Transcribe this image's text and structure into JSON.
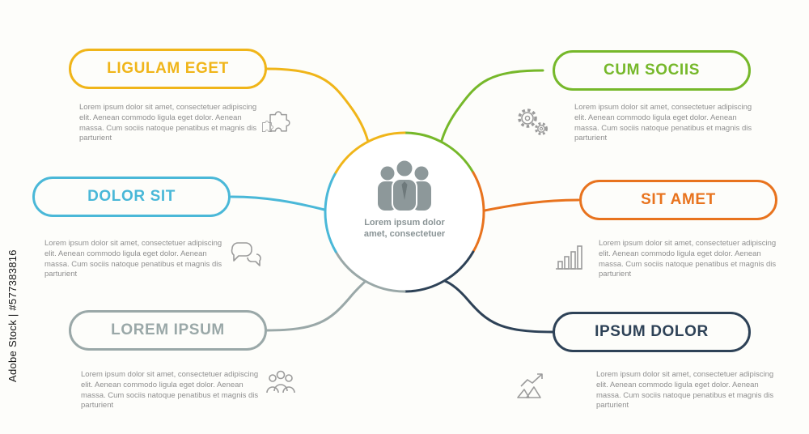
{
  "watermark": {
    "text": "Adobe Stock | #577383816"
  },
  "colors": {
    "yellow": "#f0b519",
    "green": "#76b82a",
    "blue": "#4ab8d8",
    "orange": "#e8731e",
    "gray": "#9aa8a8",
    "navy": "#2e4257"
  },
  "center": {
    "line1": "Lorem ipsum dolor",
    "line2": "amet, consectetuer",
    "icon": "team-icon"
  },
  "branches": [
    {
      "id": "top-left",
      "title": "LIGULAM EGET",
      "color": "#f0b519",
      "icon": "puzzle-icon",
      "body": "Lorem ipsum dolor sit amet, consectetuer adipiscing elit. Aenean commodo ligula eget dolor. Aenean massa. Cum sociis natoque penatibus et magnis dis parturient"
    },
    {
      "id": "top-right",
      "title": "CUM SOCIIS",
      "color": "#76b82a",
      "icon": "gears-icon",
      "body": "Lorem ipsum dolor sit amet, consectetuer adipiscing elit. Aenean commodo ligula eget dolor. Aenean massa. Cum sociis natoque penatibus et magnis dis parturient"
    },
    {
      "id": "mid-left",
      "title": "DOLOR SIT",
      "color": "#4ab8d8",
      "icon": "speech-bubbles-icon",
      "body": "Lorem ipsum dolor sit amet, consectetuer adipiscing elit. Aenean commodo ligula eget dolor. Aenean massa. Cum sociis natoque penatibus et magnis dis parturient"
    },
    {
      "id": "mid-right",
      "title": "SIT AMET",
      "color": "#e8731e",
      "icon": "bar-chart-icon",
      "body": "Lorem ipsum dolor sit amet, consectetuer adipiscing elit. Aenean commodo ligula eget dolor. Aenean massa. Cum sociis natoque penatibus et magnis dis parturient"
    },
    {
      "id": "bottom-left",
      "title": "LOREM IPSUM",
      "color": "#9aa8a8",
      "icon": "people-group-icon",
      "body": "Lorem ipsum dolor sit amet, consectetuer adipiscing elit. Aenean commodo ligula eget dolor. Aenean massa. Cum sociis natoque penatibus et magnis dis parturient"
    },
    {
      "id": "bottom-right",
      "title": "IPSUM DOLOR",
      "color": "#2e4257",
      "icon": "trend-chart-icon",
      "body": "Lorem ipsum dolor sit amet, consectetuer adipiscing elit. Aenean commodo ligula eget dolor. Aenean massa. Cum sociis natoque penatibus et magnis dis parturient"
    }
  ]
}
